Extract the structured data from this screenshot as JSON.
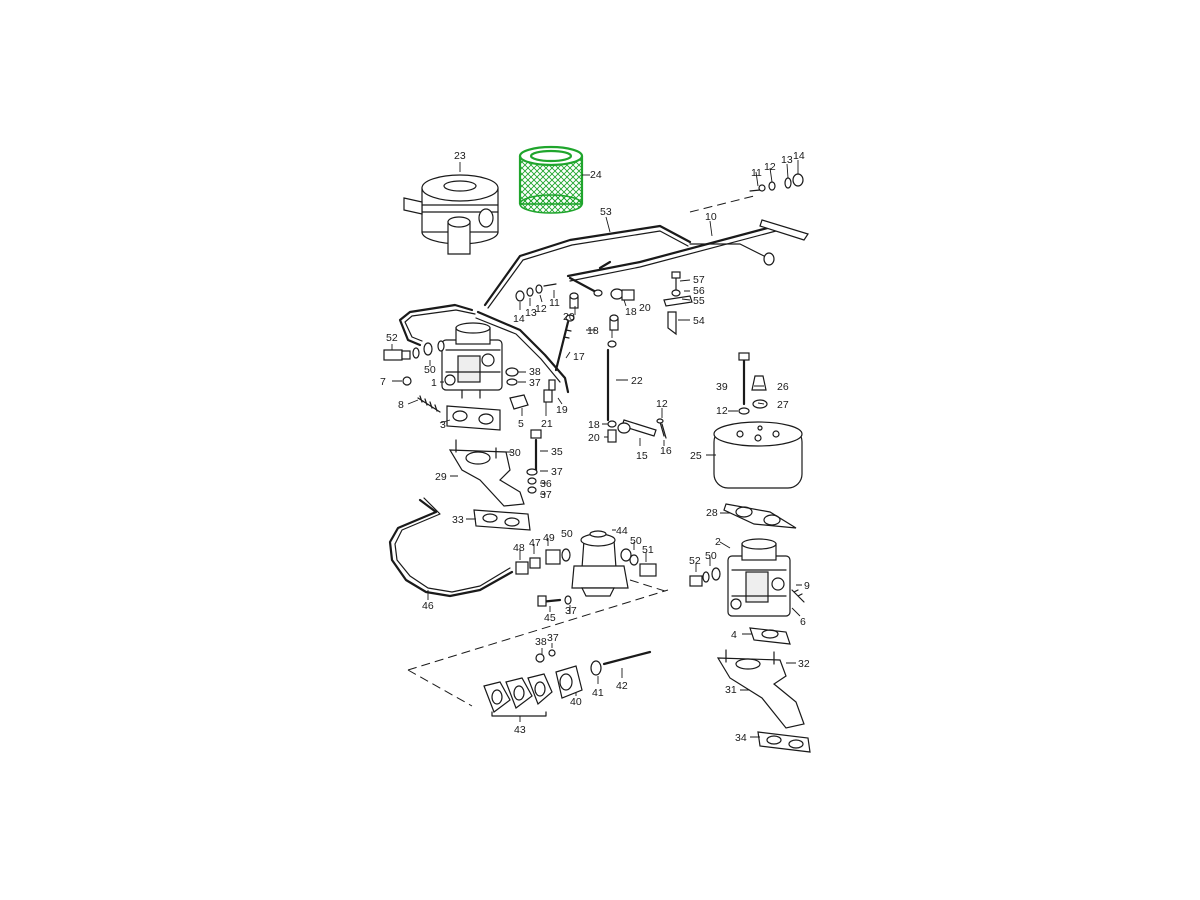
{
  "highlight": {
    "part": "24",
    "color": "#1fa52c"
  },
  "labels": [
    {
      "key": "23",
      "text": "23"
    },
    {
      "key": "24",
      "text": "24"
    },
    {
      "key": "53",
      "text": "53"
    },
    {
      "key": "10",
      "text": "10"
    },
    {
      "key": "11a",
      "text": "11"
    },
    {
      "key": "12a",
      "text": "12"
    },
    {
      "key": "13a",
      "text": "13"
    },
    {
      "key": "14a",
      "text": "14"
    },
    {
      "key": "14b",
      "text": "14"
    },
    {
      "key": "13b",
      "text": "13"
    },
    {
      "key": "12b",
      "text": "12"
    },
    {
      "key": "11b",
      "text": "11"
    },
    {
      "key": "20a",
      "text": "20"
    },
    {
      "key": "18a",
      "text": "18"
    },
    {
      "key": "20b",
      "text": "20"
    },
    {
      "key": "57",
      "text": "57"
    },
    {
      "key": "56",
      "text": "56"
    },
    {
      "key": "55",
      "text": "55"
    },
    {
      "key": "54",
      "text": "54"
    },
    {
      "key": "18b",
      "text": "18"
    },
    {
      "key": "17",
      "text": "17"
    },
    {
      "key": "52a",
      "text": "52"
    },
    {
      "key": "50a",
      "text": "50"
    },
    {
      "key": "38a",
      "text": "38"
    },
    {
      "key": "37a",
      "text": "37"
    },
    {
      "key": "1",
      "text": "1"
    },
    {
      "key": "7",
      "text": "7"
    },
    {
      "key": "8",
      "text": "8"
    },
    {
      "key": "19",
      "text": "19"
    },
    {
      "key": "5",
      "text": "5"
    },
    {
      "key": "21",
      "text": "21"
    },
    {
      "key": "3",
      "text": "3"
    },
    {
      "key": "22",
      "text": "22"
    },
    {
      "key": "39",
      "text": "39"
    },
    {
      "key": "26",
      "text": "26"
    },
    {
      "key": "27",
      "text": "27"
    },
    {
      "key": "12c",
      "text": "12"
    },
    {
      "key": "12d",
      "text": "12"
    },
    {
      "key": "18c",
      "text": "18"
    },
    {
      "key": "20c",
      "text": "20"
    },
    {
      "key": "15",
      "text": "15"
    },
    {
      "key": "16",
      "text": "16"
    },
    {
      "key": "25",
      "text": "25"
    },
    {
      "key": "35",
      "text": "35"
    },
    {
      "key": "30",
      "text": "30"
    },
    {
      "key": "37b",
      "text": "37"
    },
    {
      "key": "29",
      "text": "29"
    },
    {
      "key": "36",
      "text": "36"
    },
    {
      "key": "37c",
      "text": "37"
    },
    {
      "key": "33",
      "text": "33"
    },
    {
      "key": "28",
      "text": "28"
    },
    {
      "key": "44",
      "text": "44"
    },
    {
      "key": "50b",
      "text": "50"
    },
    {
      "key": "49",
      "text": "49"
    },
    {
      "key": "47",
      "text": "47"
    },
    {
      "key": "48",
      "text": "48"
    },
    {
      "key": "50c",
      "text": "50"
    },
    {
      "key": "51",
      "text": "51"
    },
    {
      "key": "2",
      "text": "2"
    },
    {
      "key": "50d",
      "text": "50"
    },
    {
      "key": "52b",
      "text": "52"
    },
    {
      "key": "9",
      "text": "9"
    },
    {
      "key": "46",
      "text": "46"
    },
    {
      "key": "45",
      "text": "45"
    },
    {
      "key": "37d",
      "text": "37"
    },
    {
      "key": "6",
      "text": "6"
    },
    {
      "key": "4",
      "text": "4"
    },
    {
      "key": "37e",
      "text": "37"
    },
    {
      "key": "38b",
      "text": "38"
    },
    {
      "key": "32",
      "text": "32"
    },
    {
      "key": "42",
      "text": "42"
    },
    {
      "key": "41",
      "text": "41"
    },
    {
      "key": "40",
      "text": "40"
    },
    {
      "key": "31",
      "text": "31"
    },
    {
      "key": "43",
      "text": "43"
    },
    {
      "key": "34",
      "text": "34"
    }
  ]
}
